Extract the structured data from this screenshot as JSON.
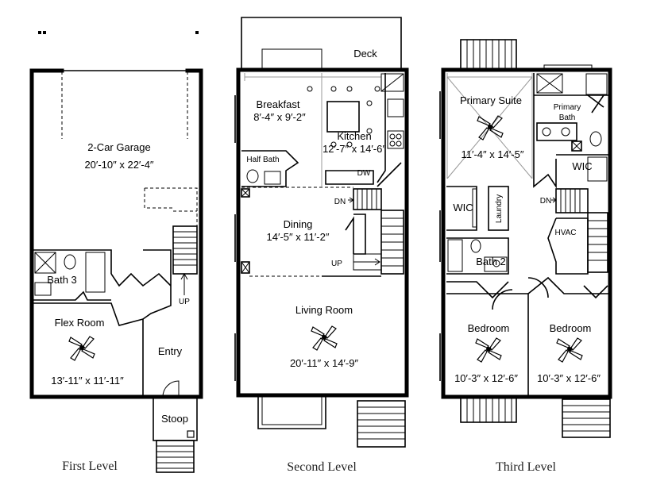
{
  "levels": [
    {
      "caption": "First Level"
    },
    {
      "caption": "Second Level"
    },
    {
      "caption": "Third Level"
    }
  ],
  "first": {
    "garage": {
      "name": "2-Car Garage",
      "dims": "20′-10″ x 22′-4″"
    },
    "bath3": "Bath 3",
    "flex": {
      "name": "Flex Room",
      "dims": "13′-11″ x 11′-11″"
    },
    "entry": "Entry",
    "stoop": "Stoop",
    "up": "UP"
  },
  "second": {
    "deck": "Deck",
    "breakfast": {
      "name": "Breakfast",
      "dims": "8′-4″ x 9′-2″"
    },
    "kitchen": {
      "name": "Kitchen",
      "dims": "12′-7″ x 14′-6″"
    },
    "half_bath": "Half Bath",
    "dw": "DW",
    "dn": "DN",
    "dining": {
      "name": "Dining",
      "dims": "14′-5″ x 11′-2″"
    },
    "up": "UP",
    "living": {
      "name": "Living Room",
      "dims": "20′-11″ x 14′-9″"
    }
  },
  "third": {
    "primary_suite": {
      "name": "Primary Suite",
      "dims": "11′-4″ x 14′-5″"
    },
    "primary_bath_1": "Primary",
    "primary_bath_2": "Bath",
    "wic": "WIC",
    "wic2": "WIC",
    "laundry": "Laundry",
    "dn": "DN",
    "hvac": "HVAC",
    "bath2": "Bath 2",
    "bedroom_a": {
      "name": "Bedroom",
      "dims": "10′-3″ x 12′-6″"
    },
    "bedroom_b": {
      "name": "Bedroom",
      "dims": "10′-3″ x 12′-6″"
    }
  }
}
